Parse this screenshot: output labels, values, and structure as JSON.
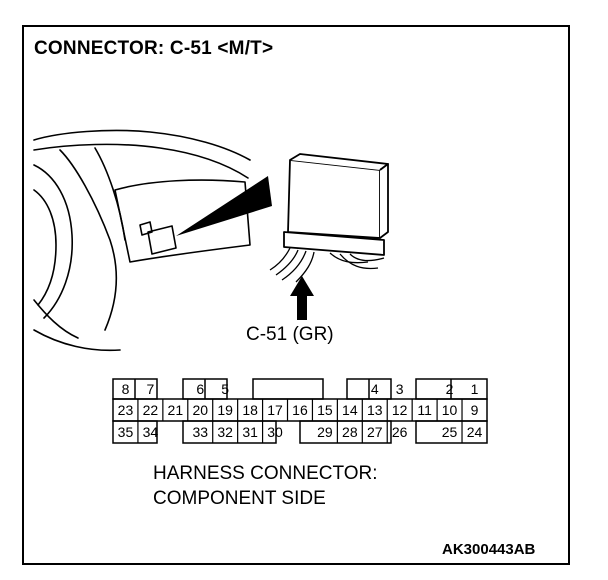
{
  "title": "CONNECTOR: C-51 <M/T>",
  "connector_label": "C-51 (GR)",
  "harness_note": {
    "line1": "HARNESS CONNECTOR:",
    "line2": "COMPONENT SIDE"
  },
  "figure_code": "AK300443AB",
  "pinout": {
    "row1": [
      "8",
      "7",
      "",
      "6",
      "5",
      "",
      "",
      "",
      "",
      "",
      "4",
      "3",
      "",
      "2",
      "1"
    ],
    "row2": [
      "23",
      "22",
      "21",
      "20",
      "19",
      "18",
      "17",
      "16",
      "15",
      "14",
      "13",
      "12",
      "11",
      "10",
      "9"
    ],
    "row3": [
      "35",
      "34",
      "",
      "33",
      "32",
      "31",
      "30",
      "",
      "29",
      "28",
      "27",
      "26",
      "",
      "25",
      "24"
    ]
  }
}
